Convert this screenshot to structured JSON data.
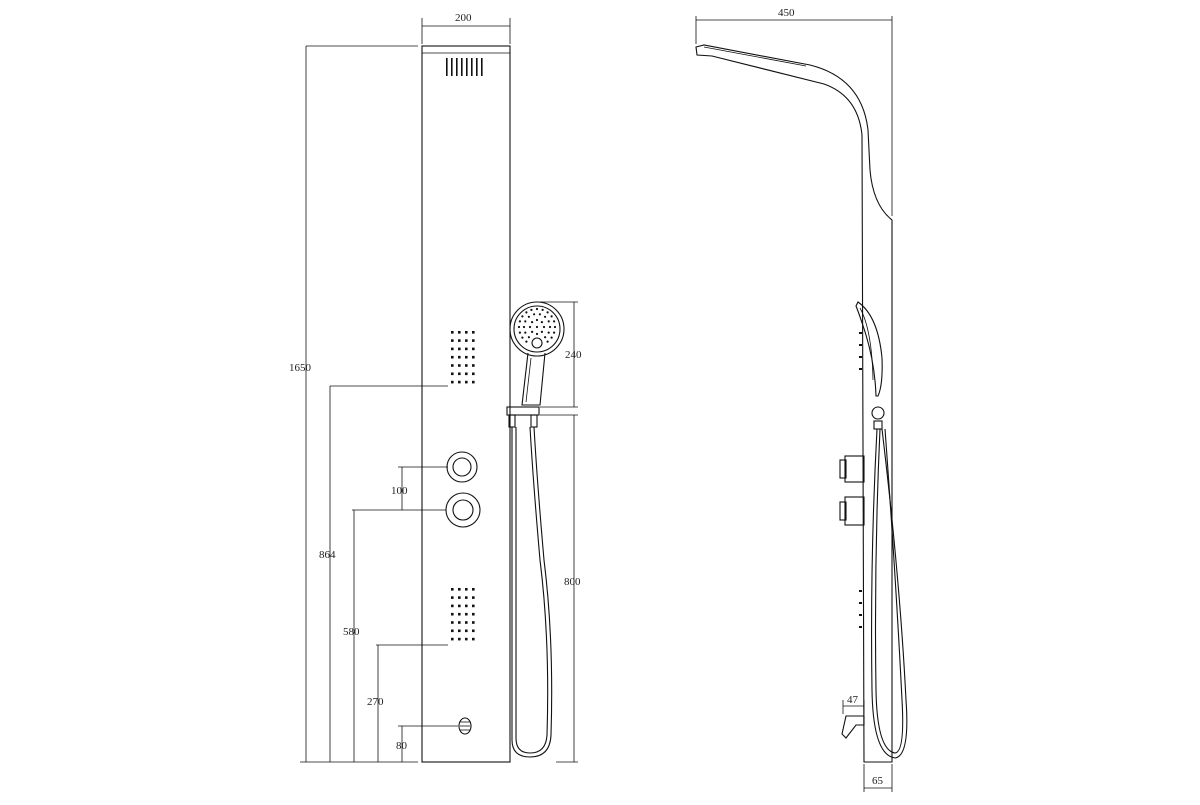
{
  "front_view": {
    "dimensions": {
      "panel_width": "200",
      "total_height": "1650",
      "upper_jets_height": "864",
      "controls_spacing": "100",
      "lower_control_height": "580",
      "lower_jets_height": "270",
      "spout_height": "80",
      "handshower_length": "240",
      "holder_height": "800"
    }
  },
  "side_view": {
    "dimensions": {
      "overhead_projection": "450",
      "spout_projection": "47",
      "panel_depth": "65"
    }
  }
}
